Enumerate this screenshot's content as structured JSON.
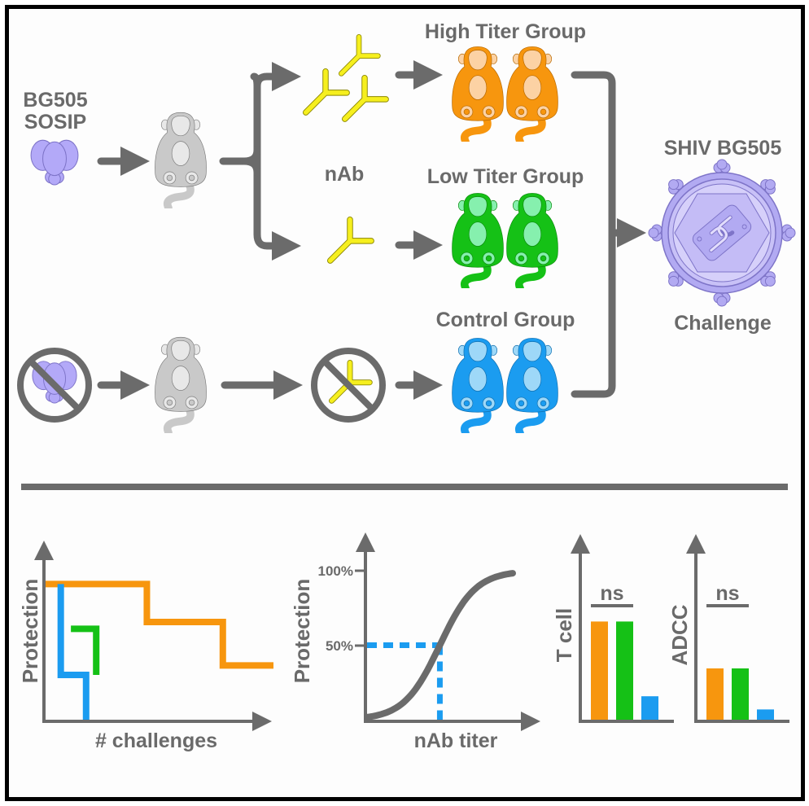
{
  "colors": {
    "arrow": "#6b6b6b",
    "text": "#6a6a6a",
    "sosip": "#b3a9f8",
    "sosip_stroke": "#7e74c8",
    "antibody": "#f6ef1e",
    "antibody_stroke": "#8c8700",
    "naive_monkey": "#c9c9c9",
    "naive_monkey_light": "#e8e8e8",
    "high": "#f7960e",
    "high_light": "#fcd2a4",
    "low": "#15c116",
    "low_light": "#86f0ae",
    "control": "#1b9cf0",
    "control_light": "#9ed8f8",
    "virus": "#b2aaf2",
    "virus_light": "#d6d0fa"
  },
  "top": {
    "immunogen_label_1": "BG505",
    "immunogen_label_2": "SOSIP",
    "nab_label": "nAb",
    "groups": [
      {
        "name": "High Titer Group",
        "color_key": "high",
        "antibody_count": 3
      },
      {
        "name": "Low Titer Group",
        "color_key": "low",
        "antibody_count": 1
      },
      {
        "name": "Control Group",
        "color_key": "control",
        "antibody_count": 0
      }
    ],
    "virus_label": "SHIV BG505",
    "challenge_label": "Challenge"
  },
  "chart_data": [
    {
      "type": "line",
      "title": "",
      "xlabel": "# challenges",
      "ylabel": "Protection",
      "step": true,
      "series": [
        {
          "name": "High Titer Group",
          "color_key": "high",
          "x": [
            0,
            4,
            4,
            7,
            7,
            9
          ],
          "y": [
            1.0,
            1.0,
            0.72,
            0.72,
            0.4,
            0.4
          ]
        },
        {
          "name": "Low Titer Group",
          "color_key": "low",
          "x": [
            1,
            2,
            2
          ],
          "y": [
            0.67,
            0.67,
            0.33
          ]
        },
        {
          "name": "Control Group",
          "color_key": "control",
          "x": [
            0.6,
            0.6,
            1.6,
            1.6
          ],
          "y": [
            1.0,
            0.33,
            0.33,
            0.0
          ]
        }
      ],
      "xlim": [
        0,
        9
      ],
      "ylim": [
        0,
        1.2
      ]
    },
    {
      "type": "line",
      "title": "",
      "xlabel": "nAb titer",
      "ylabel": "Protection",
      "yticks": [
        "100%",
        "50%"
      ],
      "series": [
        {
          "name": "sigmoid",
          "color_key": "arrow",
          "shape": "sigmoid",
          "midpoint_fraction": 0.5,
          "x_mid_fraction": 0.36
        }
      ],
      "annotation": "50% protection reference lines",
      "ylim": [
        0,
        1
      ]
    },
    {
      "type": "bar",
      "ylabel": "T cell",
      "categories": [
        "High Titer Group",
        "Low Titer Group",
        "Control Group"
      ],
      "values": [
        0.67,
        0.67,
        0.16
      ],
      "significance": "ns"
    },
    {
      "type": "bar",
      "ylabel": "ADCC",
      "categories": [
        "High Titer Group",
        "Low Titer Group",
        "Control Group"
      ],
      "values": [
        0.35,
        0.35,
        0.07
      ],
      "significance": "ns"
    }
  ]
}
